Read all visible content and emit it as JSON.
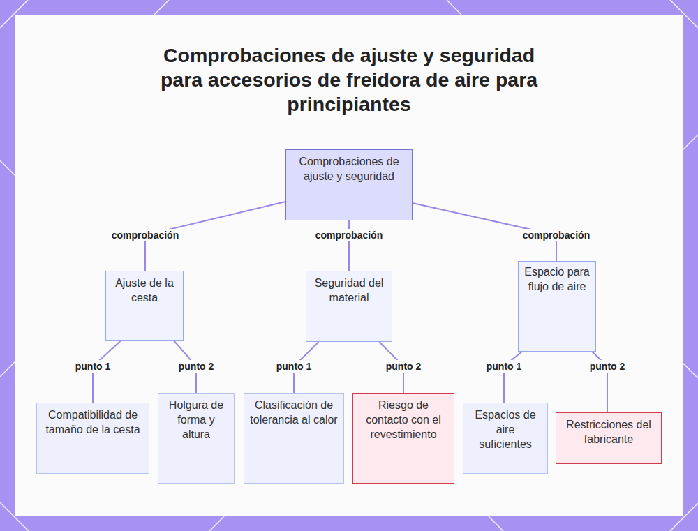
{
  "diagram": {
    "title": "Comprobaciones de ajuste y seguridad para accesorios de freidora de aire para principiantes",
    "nodes": [
      {
        "text": [
          "Comprobaciones de ajuste y seguridad"
        ]
      },
      {
        "text": [
          "Ajuste de la cesta"
        ]
      },
      {
        "text": [
          "Seguridad del material"
        ]
      },
      {
        "text": [
          "Espacio para flujo de aire"
        ]
      },
      {
        "text": [
          "Compatibilidad de tamaño de la cesta"
        ]
      },
      {
        "text": [
          "Holgura de forma y altura"
        ]
      },
      {
        "text": [
          "Clasificación de tolerancia al calor"
        ]
      },
      {
        "text": [
          "Riesgo de contacto con el revestimiento"
        ]
      },
      {
        "text": [
          "Espacios de aire suficientes"
        ]
      },
      {
        "text": [
          "Restricciones del fabricante"
        ]
      }
    ],
    "edges": [
      {
        "from": 0,
        "to": 1,
        "arrow": "none",
        "label": "comprobación"
      },
      {
        "from": 0,
        "to": 2,
        "arrow": "none",
        "label": "comprobación"
      },
      {
        "from": 0,
        "to": 3,
        "arrow": "none",
        "label": "comprobación"
      },
      {
        "from": 1,
        "to": 4,
        "arrow": "none",
        "label": "punto 1"
      },
      {
        "from": 1,
        "to": 5,
        "arrow": "none",
        "label": "punto 2"
      },
      {
        "from": 2,
        "to": 6,
        "arrow": "none",
        "label": "punto 1"
      },
      {
        "from": 2,
        "to": 7,
        "arrow": "none",
        "label": "punto 2"
      },
      {
        "from": 3,
        "to": 8,
        "arrow": "none",
        "label": "punto 1"
      },
      {
        "from": 3,
        "to": 9,
        "arrow": "none",
        "label": "punto 2"
      }
    ]
  }
}
